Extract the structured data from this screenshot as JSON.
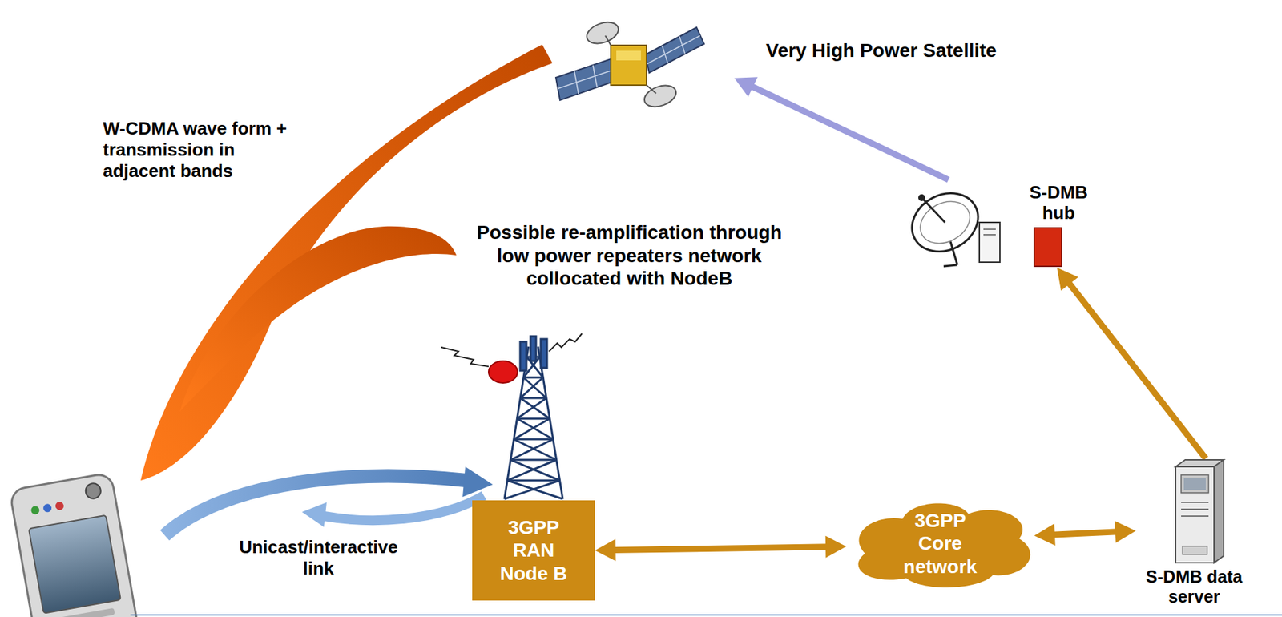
{
  "diagram": {
    "nodes": [
      {
        "text": [
          "3GPP RAN Node B"
        ]
      },
      {
        "text": [
          "3GPP Core network"
        ]
      },
      {
        "text": [
          "S-DMB data server"
        ]
      },
      {
        "text": [
          "S-DMB hub"
        ]
      },
      {
        "text": [
          "Very High Power Satellite"
        ]
      }
    ],
    "edges": [
      {
        "from": 0,
        "to": 1,
        "arrow": "both"
      },
      {
        "from": 1,
        "to": 2,
        "arrow": "both"
      },
      {
        "from": 2,
        "to": 3,
        "arrow": "to"
      },
      {
        "from": 3,
        "to": 4,
        "arrow": "to"
      }
    ],
    "labels": [
      "W-CDMA wave form + transmission in adjacent bands",
      "Possible re-amplification through low power repeaters network collocated with NodeB",
      "Unicast/interactive link"
    ]
  }
}
